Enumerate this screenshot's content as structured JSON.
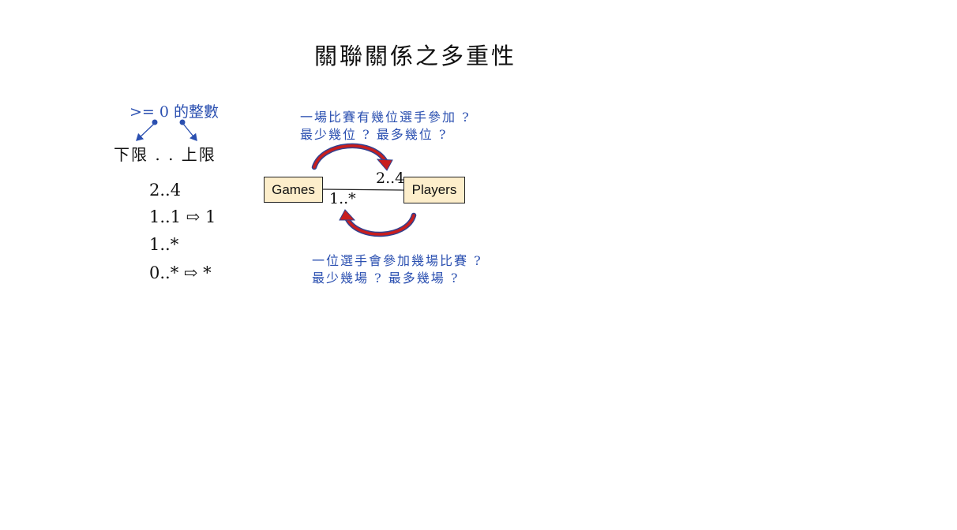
{
  "title": "關聯關係之多重性",
  "legend": {
    "integer_label": ">= 0 的整數",
    "bounds_label": "下限 . . 上限"
  },
  "examples": [
    "2..4",
    "1..1 ⇨ 1",
    "1..*",
    "0..* ⇨ *"
  ],
  "diagram": {
    "class_left": "Games",
    "class_right": "Players",
    "multiplicity_players": "2..4",
    "multiplicity_games": "1..*",
    "question_top_line1": "一場比賽有幾位選手參加 ?",
    "question_top_line2": "最少幾位 ?  最多幾位 ?",
    "question_bottom_line1": "一位選手會參加幾場比賽 ?",
    "question_bottom_line2": "最少幾場 ?  最多幾場 ?"
  },
  "colors": {
    "annotation_blue": "#2a4fb0",
    "arrow_red": "#c81e1e",
    "arrow_edge_blue": "#33418f",
    "box_fill": "#fdeecb"
  }
}
